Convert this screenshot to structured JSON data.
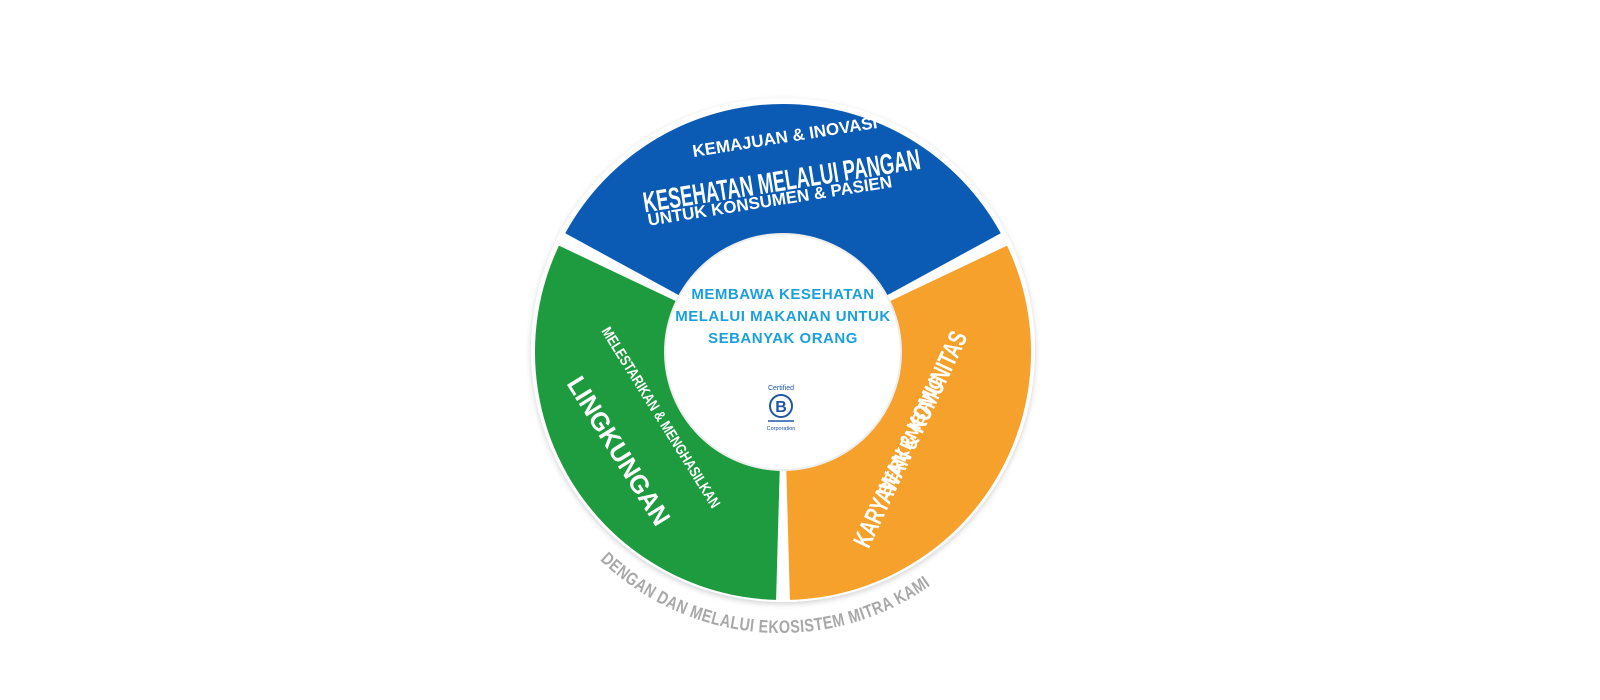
{
  "segments": {
    "top": {
      "line1": "KEMAJUAN & INOVASI",
      "line2": "KESEHATAN MELALUI PANGAN",
      "line3": "UNTUK KONSUMEN & PASIEN",
      "color": "#0b5bb5"
    },
    "left": {
      "line1": "MELESTARIKAN & MENGHASILKAN",
      "line2": "LINGKUNGAN",
      "color": "#1e9b3f"
    },
    "right": {
      "line1": "BERKEMBANG",
      "line2": "KARYAWAN & KOMUNITAS",
      "color": "#f5a12b"
    }
  },
  "center": {
    "line1": "MEMBAWA KESEHATAN",
    "line2": "MELALUI MAKANAN UNTUK",
    "line3": "SEBANYAK ORANG",
    "color": "#1aa0dc"
  },
  "bcorp": {
    "certified": "Certified",
    "letter": "B",
    "corporation": "Corporation",
    "color": "#1e56a8"
  },
  "footer": {
    "text": "DENGAN DAN MELALUI EKOSISTEM MITRA KAMI",
    "color": "#a8a8a8"
  }
}
